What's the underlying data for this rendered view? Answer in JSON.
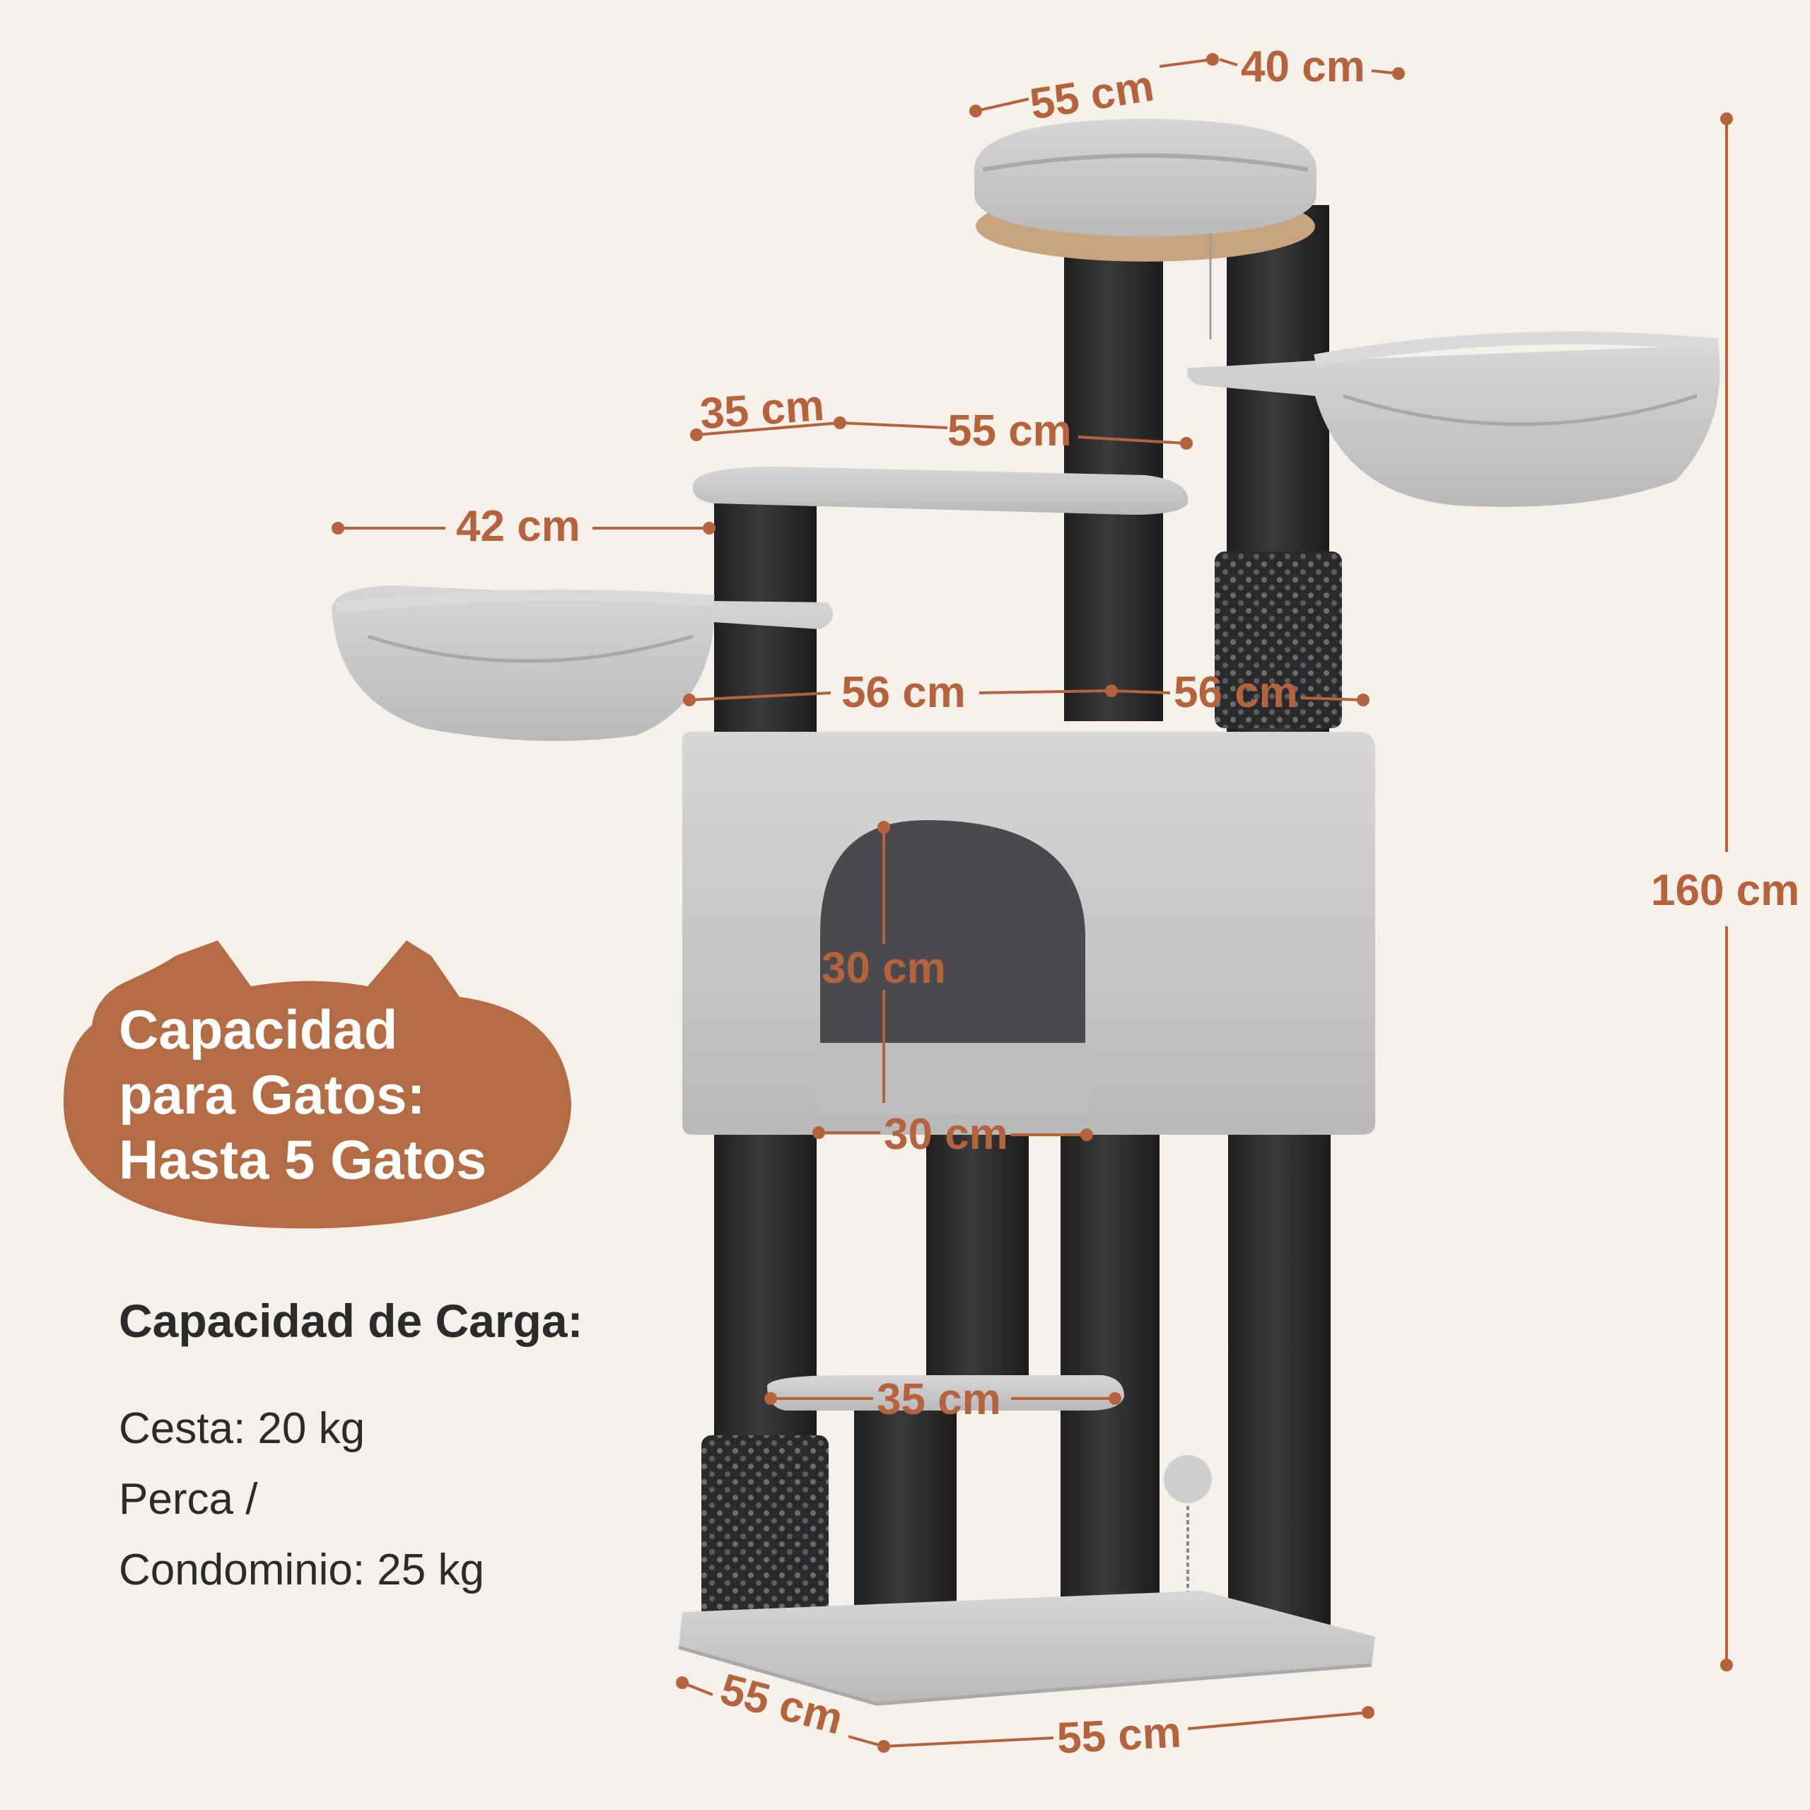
{
  "colors": {
    "background": "#f5f1ea",
    "accent": "#b4633d",
    "plush": "#c9c9c9",
    "post": "#2f2f31",
    "text": "#2b2b2b"
  },
  "dimensions": {
    "top_perch_depth": "55 cm",
    "top_perch_width": "40 cm",
    "total_height": "160 cm",
    "mid_platform_depth": "35 cm",
    "mid_platform_width": "55 cm",
    "left_basket_width": "42 cm",
    "left_span": "56 cm",
    "right_span": "56 cm",
    "condo_door_height": "30 cm",
    "condo_door_width": "30 cm",
    "low_platform_width": "35 cm",
    "base_depth": "55 cm",
    "base_width": "55 cm"
  },
  "badge": {
    "shape": "cat-head",
    "lines": [
      "Capacidad",
      "para Gatos:",
      "Hasta 5 Gatos"
    ]
  },
  "load_capacity": {
    "title": "Capacidad de Carga:",
    "lines": [
      "Cesta: 20 kg",
      "Perca /",
      "Condominio: 25 kg"
    ]
  }
}
